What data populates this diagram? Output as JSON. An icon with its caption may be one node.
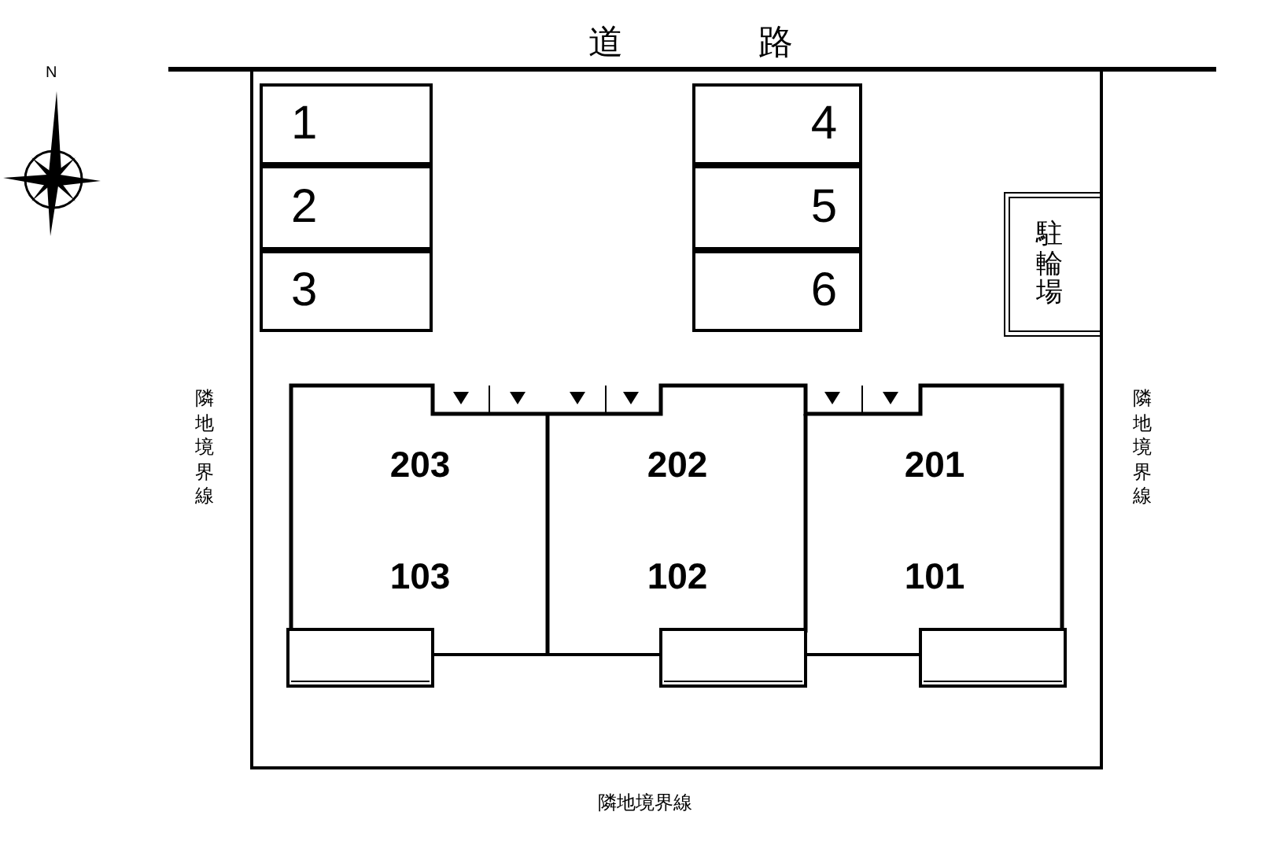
{
  "diagram": {
    "nodes": [
      {
        "text": [
          "1"
        ]
      },
      {
        "text": [
          "2"
        ]
      },
      {
        "text": [
          "3"
        ]
      },
      {
        "text": [
          "4"
        ]
      },
      {
        "text": [
          "5"
        ]
      },
      {
        "text": [
          "6"
        ]
      },
      {
        "text": [
          "駐輪場"
        ]
      },
      {
        "text": [
          "203",
          "103"
        ]
      },
      {
        "text": [
          "202",
          "102"
        ]
      },
      {
        "text": [
          "201",
          "101"
        ]
      }
    ],
    "edges": [],
    "labels": [
      "道",
      "路",
      "N",
      "隣地境界線",
      "隣地境界線",
      "隣地境界線"
    ]
  }
}
